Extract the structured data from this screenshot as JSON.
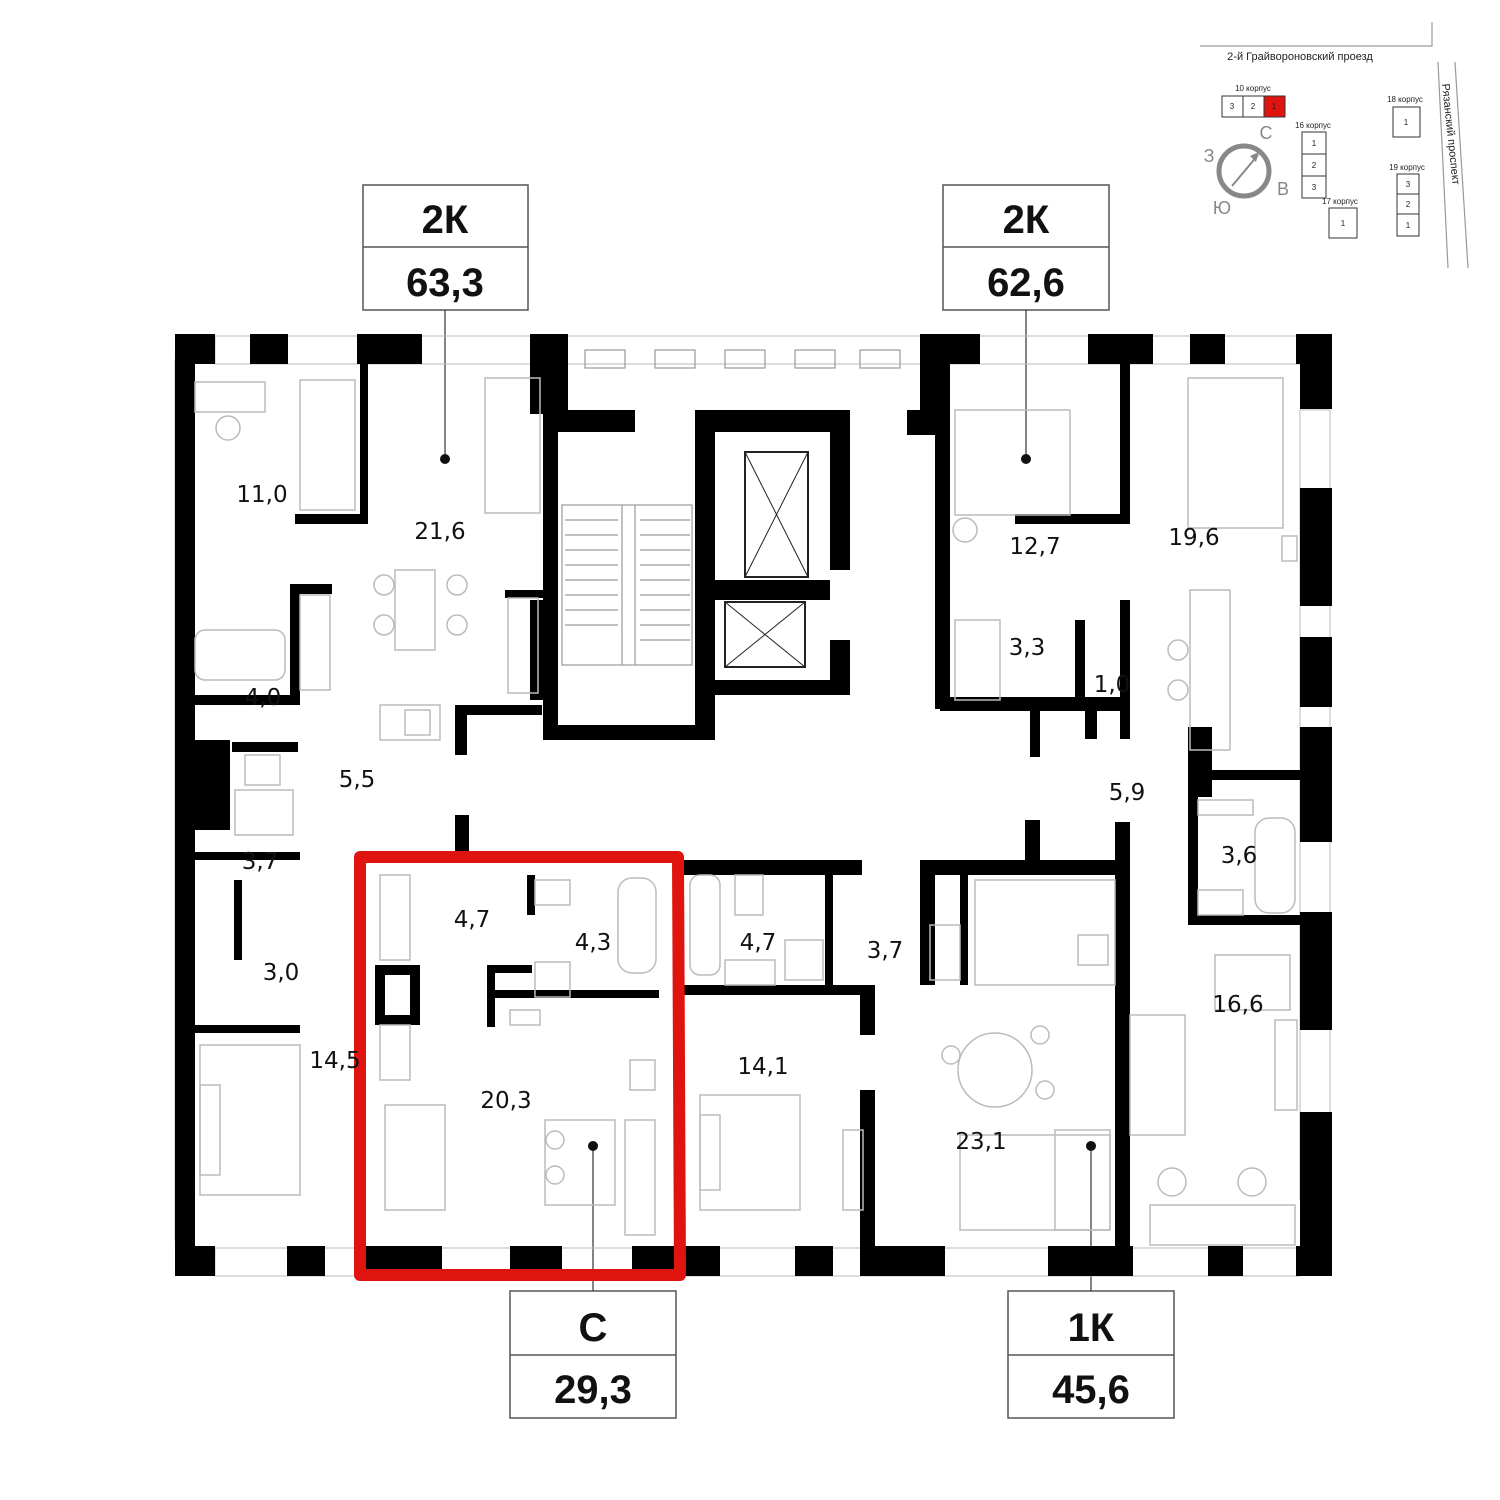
{
  "apartments": [
    {
      "id": "apt-2k-west",
      "type": "2К",
      "area": "63,3"
    },
    {
      "id": "apt-2k-east",
      "type": "2К",
      "area": "62,6"
    },
    {
      "id": "apt-studio",
      "type": "С",
      "area": "29,3",
      "selected": true
    },
    {
      "id": "apt-1k",
      "type": "1К",
      "area": "45,6"
    }
  ],
  "rooms": {
    "r1": "11,0",
    "r2": "21,6",
    "r3": "4,0",
    "r4": "5,5",
    "r5": "3,7",
    "r6": "3,0",
    "r7": "14,5",
    "r8": "4,7",
    "r9": "4,3",
    "r10": "20,3",
    "r11": "4,7",
    "r12": "14,1",
    "r13": "3,7",
    "r14": "23,1",
    "r15": "12,7",
    "r16": "19,6",
    "r17": "3,3",
    "r18": "1,0",
    "r19": "5,9",
    "r20": "3,6",
    "r21": "16,6"
  },
  "site_map": {
    "street_top": "2-й Грайвороновский проезд",
    "street_right": "Рязанский проспект",
    "buildings": [
      {
        "label": "10 корпус",
        "sections": [
          "3",
          "2",
          "1"
        ],
        "selected_section": "1"
      },
      {
        "label": "16 корпус",
        "sections": [
          "1",
          "2",
          "3"
        ]
      },
      {
        "label": "17 корпус",
        "sections": [
          "1"
        ]
      },
      {
        "label": "18 корпус",
        "sections": [
          "1"
        ]
      },
      {
        "label": "19 корпус",
        "sections": [
          "3",
          "2",
          "1"
        ]
      }
    ],
    "compass": {
      "n": "С",
      "s": "Ю",
      "w": "З",
      "e": "В"
    }
  },
  "colors": {
    "highlight": "#e0140f",
    "wall": "#000000",
    "selected_section": "#e0140f"
  }
}
